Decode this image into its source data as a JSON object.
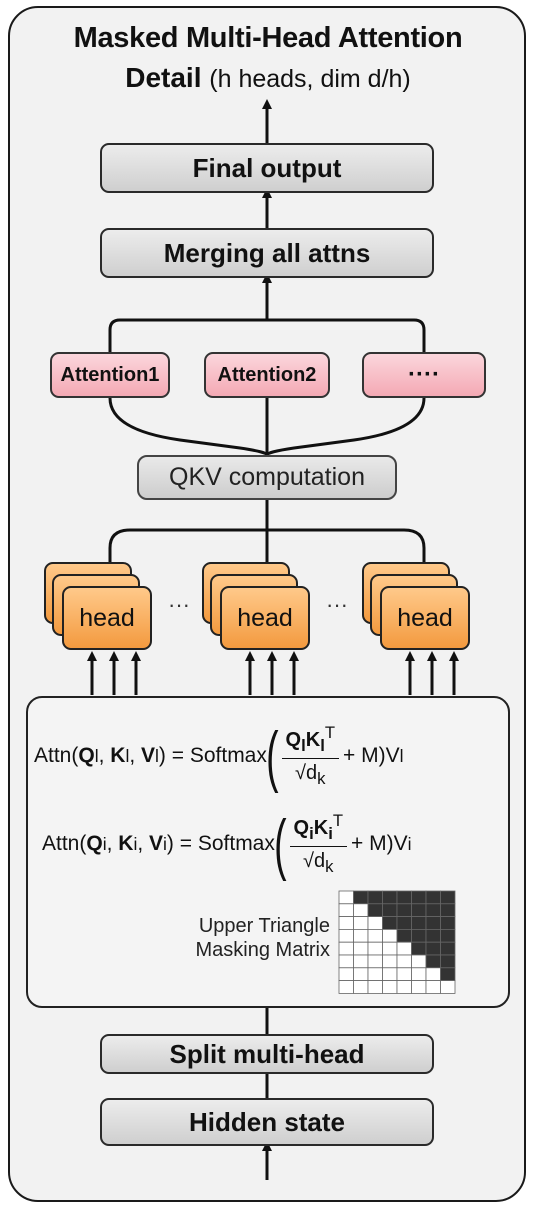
{
  "title": {
    "line1": "Masked Multi-Head Attention",
    "line2_bold": "Detail",
    "line2_sub": "(h heads, dim d/h)"
  },
  "boxes": {
    "final_output": "Final output",
    "merging": "Merging all attns",
    "qkv": "QKV computation",
    "split": "Split multi-head",
    "hidden": "Hidden state"
  },
  "attention_boxes": [
    "Attention1",
    "Attention2",
    "····"
  ],
  "head_label": "head",
  "head_dots": "···",
  "equations": {
    "attn": "Attn",
    "softmax": "= Softmax",
    "plus_m": "+ M)V"
  },
  "mask": {
    "label_line1": "Upper Triangle",
    "label_line2": "Masking Matrix",
    "size": 8
  },
  "colors": {
    "attention_fill": "#f6b6c0",
    "head_fill": "#f6a84c",
    "box_fill": "#d9d9d9",
    "mask_dark": "#333333"
  }
}
